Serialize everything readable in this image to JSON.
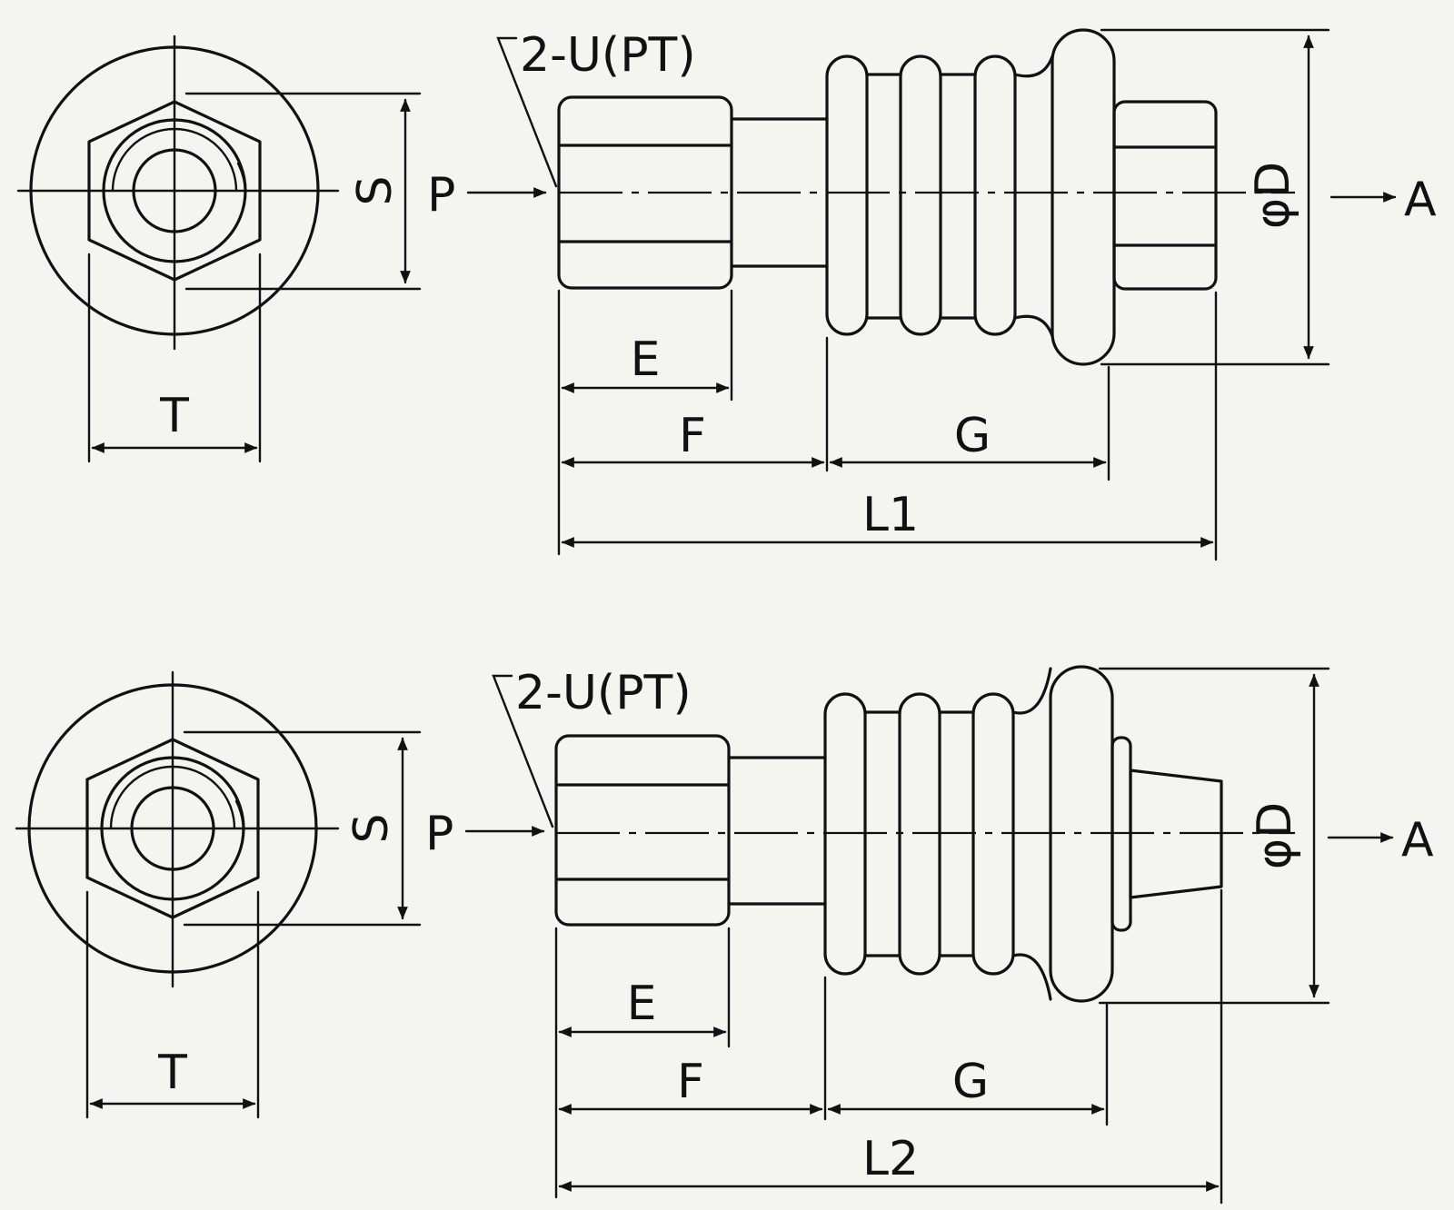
{
  "colors": {
    "line": "#111111",
    "paper": "#f4f4f1"
  },
  "figures": [
    {
      "id": "top",
      "port_label": "2-U(PT)",
      "inlet_label": "P",
      "outlet_label": "A",
      "dims": {
        "hex_across": "S",
        "hex_width": "T",
        "diameter": "φD",
        "thread_len": "E",
        "hex_len": "F",
        "body_len": "G",
        "total_len": "L1"
      }
    },
    {
      "id": "bottom",
      "port_label": "2-U(PT)",
      "inlet_label": "P",
      "outlet_label": "A",
      "dims": {
        "hex_across": "S",
        "hex_width": "T",
        "diameter": "φD",
        "thread_len": "E",
        "hex_len": "F",
        "body_len": "G",
        "total_len": "L2"
      }
    }
  ]
}
